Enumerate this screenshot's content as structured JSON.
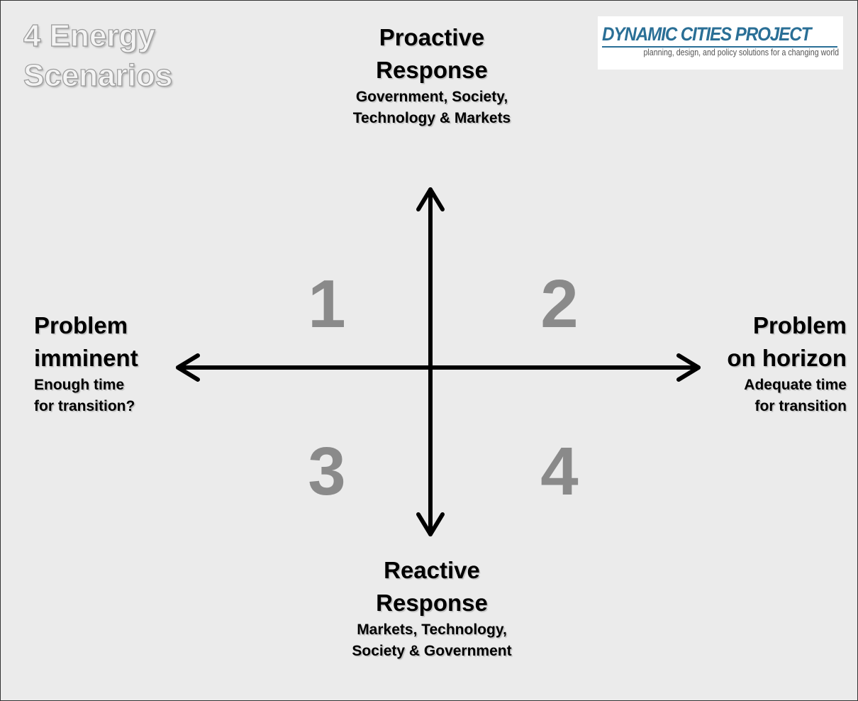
{
  "title": {
    "line1": "4 Energy",
    "line2": "Scenarios"
  },
  "logo": {
    "name": "DYNAMIC CITIES PROJECT",
    "tagline": "planning, design, and policy solutions for a changing world"
  },
  "axes": {
    "top": {
      "heading_line1": "Proactive",
      "heading_line2": "Response",
      "detail_line1": "Government, Society,",
      "detail_line2": "Technology & Markets"
    },
    "bottom": {
      "heading_line1": "Reactive",
      "heading_line2": "Response",
      "detail_line1": "Markets, Technology,",
      "detail_line2": "Society & Government"
    },
    "left": {
      "heading_line1": "Problem",
      "heading_line2": "imminent",
      "detail_line1": "Enough time",
      "detail_line2": "for transition?"
    },
    "right": {
      "heading_line1": "Problem",
      "heading_line2": "on horizon",
      "detail_line1": "Adequate time",
      "detail_line2": "for transition"
    }
  },
  "quadrants": [
    "1",
    "2",
    "3",
    "4"
  ],
  "colors": {
    "background": "#ebebeb",
    "axis": "#000000",
    "quadrant_number": "#8a8a8a",
    "logo_blue": "#2a6f96"
  }
}
